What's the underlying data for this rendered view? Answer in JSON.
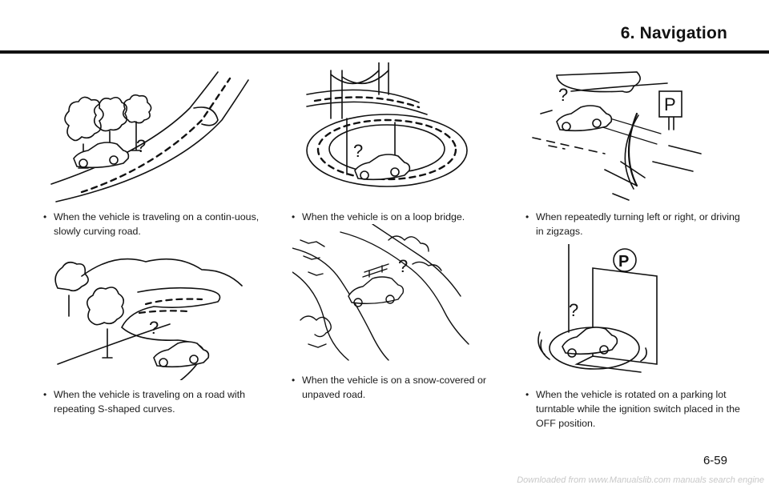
{
  "header": {
    "section_title": "6. Navigation"
  },
  "captions": [
    {
      "bullet": "•",
      "text": "When the vehicle is traveling on a contin-uous, slowly curving road."
    },
    {
      "bullet": "•",
      "text": "When the vehicle is traveling on a road with repeating S-shaped curves."
    },
    {
      "bullet": "•",
      "text": "When the vehicle is on a loop bridge."
    },
    {
      "bullet": "•",
      "text": "When the vehicle is on a snow-covered or unpaved road."
    },
    {
      "bullet": "•",
      "text": "When repeatedly turning left or right, or driving in zigzags."
    },
    {
      "bullet": "•",
      "text": "When the vehicle is rotated on a parking lot turntable while the ignition switch placed in the OFF position."
    }
  ],
  "illustration_labels": {
    "question_mark": "?",
    "parking_sign": "P"
  },
  "footer": {
    "page_number": "6-59",
    "watermark": "Downloaded from www.Manualslib.com manuals search engine"
  },
  "colors": {
    "ink": "#111111",
    "paper": "#ffffff"
  }
}
